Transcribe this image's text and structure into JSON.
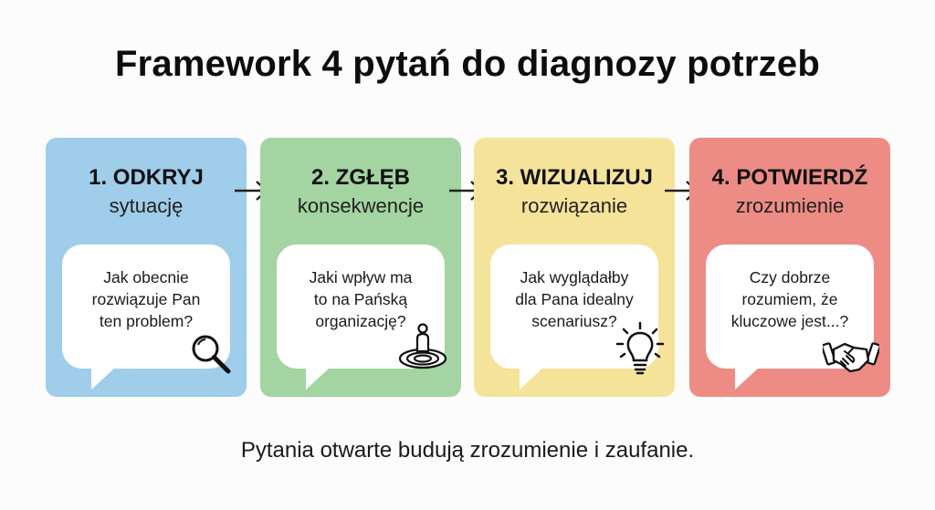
{
  "title": "Framework 4 pytań do diagnozy potrzeb",
  "cards": [
    {
      "step": "1. ODKRYJ",
      "subtitle": "sytuację",
      "question": [
        "Jak obecnie",
        "rozwiązuje Pan",
        "ten problem?"
      ],
      "icon": "magnifying-glass-icon",
      "color": "#9fcdea"
    },
    {
      "step": "2. ZGŁĘB",
      "subtitle": "konsekwencje",
      "question": [
        "Jaki wpływ ma",
        "to na Pańską",
        "organizację?"
      ],
      "icon": "person-target-icon",
      "color": "#a3d4a1"
    },
    {
      "step": "3. WIZUALIZUJ",
      "subtitle": "rozwiązanie",
      "question": [
        "Jak wyglądałby",
        "dla Pana idealny",
        "scenariusz?"
      ],
      "icon": "lightbulb-icon",
      "color": "#f6e39a"
    },
    {
      "step": "4. POTWIERDŹ",
      "subtitle": "zrozumienie",
      "question": [
        "Czy dobrze",
        "rozumiem, że",
        "kluczowe jest...?"
      ],
      "icon": "handshake-icon",
      "color": "#ec8c85"
    }
  ],
  "footer": "Pytania otwarte budują zrozumienie i zaufanie."
}
